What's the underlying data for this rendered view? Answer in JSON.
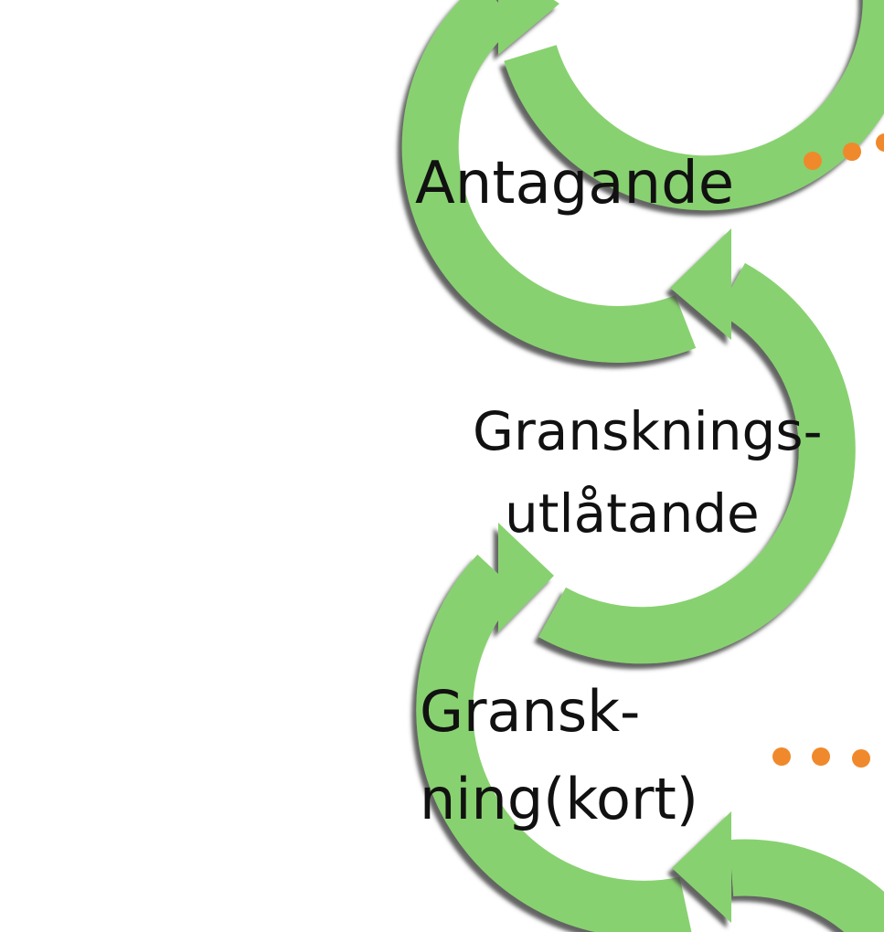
{
  "colors": {
    "arrow_fill": "#88d16f",
    "arrow_shadow": "#555555",
    "dots": "#f0892b",
    "text": "#111111",
    "background": "#ffffff"
  },
  "stages": [
    {
      "id": "antagande",
      "lines": [
        "Antagande"
      ]
    },
    {
      "id": "granskningsutlatande",
      "lines": [
        "Gransknings-",
        "utlåtande"
      ]
    },
    {
      "id": "granskning-kort",
      "lines": [
        "Gransk-",
        "ning(kort)"
      ]
    }
  ],
  "icons": {
    "arrow": "curved-arrow-icon",
    "dots": "ellipsis-dots-icon"
  }
}
